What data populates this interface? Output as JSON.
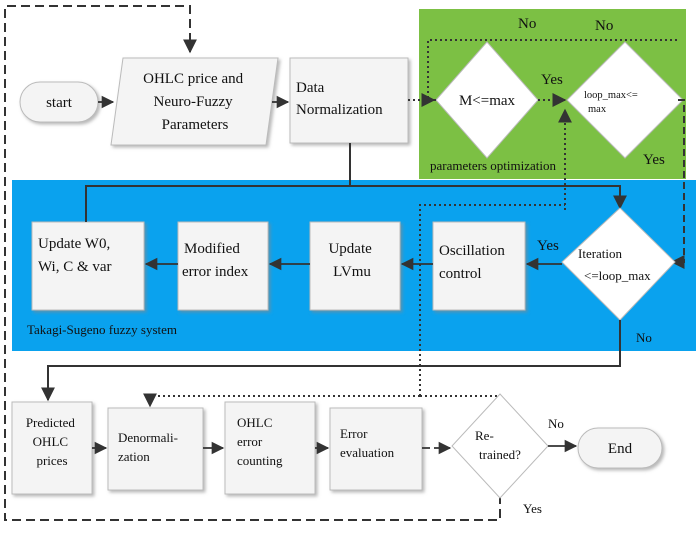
{
  "diagram": {
    "nodes": {
      "start": "start",
      "ohlc_params": [
        "OHLC price and",
        "Neuro-Fuzzy",
        "Parameters"
      ],
      "data_norm": [
        "Data",
        "Normalization"
      ],
      "m_max": "M<=max",
      "loop_max": [
        "loop_max<=",
        "max"
      ],
      "iteration": [
        "Iteration",
        "<=loop_max"
      ],
      "oscillation": [
        "Oscillation",
        "control"
      ],
      "update_lvmu": [
        "Update",
        "LVmu"
      ],
      "modified_error": [
        "Modified",
        "error index"
      ],
      "update_w": [
        "Update W0,",
        "Wi, C & var"
      ],
      "predicted": [
        "Predicted",
        "OHLC",
        "prices"
      ],
      "denorm": [
        "Denormali-",
        "zation"
      ],
      "ohlc_error": [
        "OHLC",
        "error",
        "counting"
      ],
      "error_eval": [
        "Error",
        "evaluation"
      ],
      "retrained": [
        "Re-",
        "trained?"
      ],
      "end": "End"
    },
    "regions": {
      "param_opt": "parameters optimization",
      "ts_fuzzy": "Takagi-Sugeno fuzzy system"
    },
    "edge_labels": {
      "no_top_1": "No",
      "no_top_2": "No",
      "yes_m": "Yes",
      "yes_loop": "Yes",
      "yes_iter": "Yes",
      "no_iter": "No",
      "no_retrain": "No",
      "yes_retrain": "Yes"
    },
    "colors": {
      "param_region": "#7cc044",
      "fuzzy_region": "#0aa2ee",
      "shape_fill": "#f4f4f4",
      "line": "#333333"
    }
  }
}
